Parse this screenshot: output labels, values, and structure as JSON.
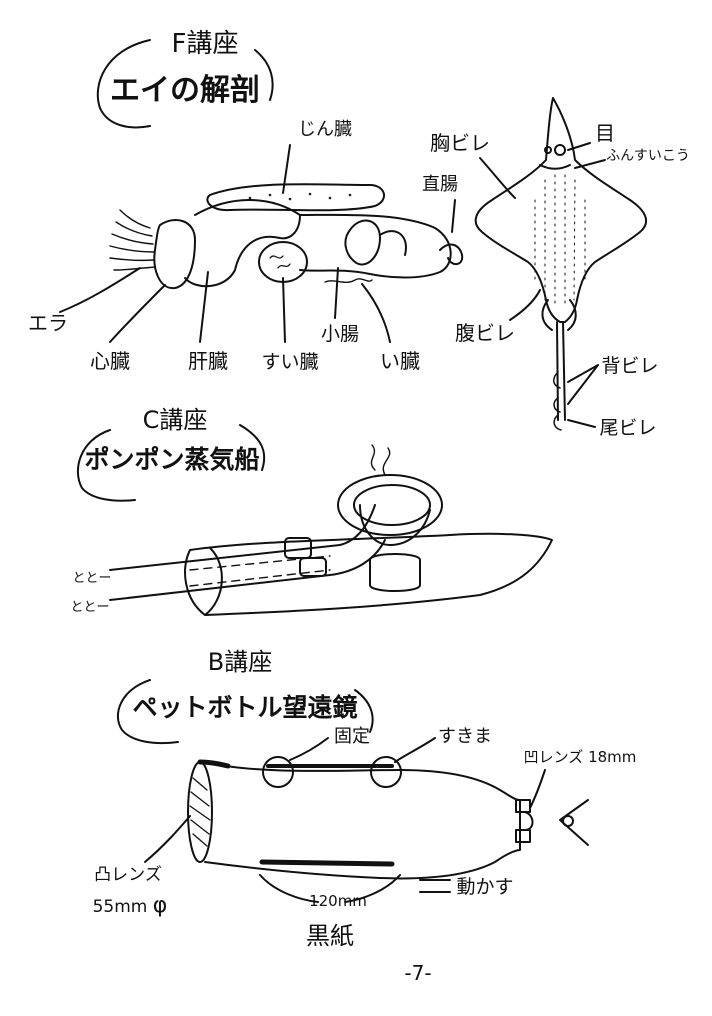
{
  "sections": {
    "ray": {
      "heading": "F講座",
      "title": "エイの解剖",
      "labels": {
        "kidney": "じん臓",
        "rectum": "直腸",
        "gills": "エラ",
        "heart": "心臓",
        "liver": "肝臓",
        "pancreas": "すい臓",
        "small_intestine": "小腸",
        "stomach": "い臓",
        "pectoral_fin": "胸ビレ",
        "eye": "目",
        "spiracle": "ふんすいこう",
        "pelvic_fin": "腹ビレ",
        "dorsal_fin": "背ビレ",
        "caudal_fin": "尾ビレ"
      }
    },
    "boat": {
      "heading": "C講座",
      "title": "ポンポン蒸気船",
      "labels": {
        "sound_top": "ととー",
        "sound_bottom": "ととー"
      }
    },
    "telescope": {
      "heading": "B講座",
      "title": "ペットボトル望遠鏡",
      "labels": {
        "fixed": "固定",
        "gap": "すきま",
        "eyepiece_lens": "凹レンズ 18mm",
        "objective_lens": "凸レンズ",
        "objective_size": "55mm",
        "diameter_symbol": "φ",
        "length": "120mm",
        "move": "動かす",
        "black_paper": "黒紙"
      }
    }
  },
  "page_number": "-7-"
}
